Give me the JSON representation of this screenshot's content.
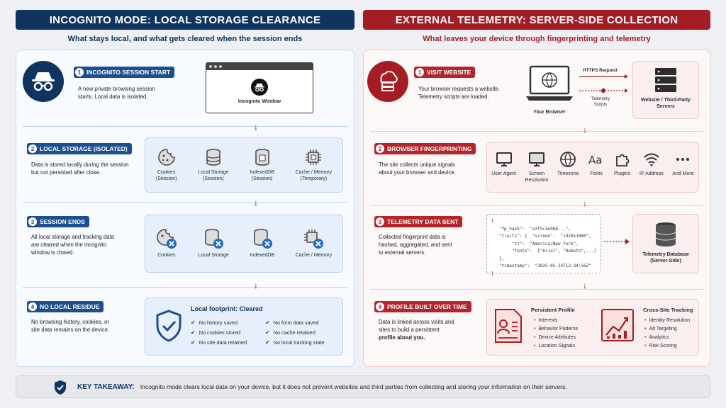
{
  "left": {
    "title": "INCOGNITO MODE: LOCAL STORAGE CLEARANCE",
    "subtitle": "What stays local, and what gets cleared when the session ends",
    "step1": {
      "num": "1",
      "title": "INCOGNITO SESSION START",
      "desc": [
        "A new private browsing session",
        "starts. Local data is isolated."
      ],
      "window_label": "Incognito Window"
    },
    "step2": {
      "num": "2",
      "title": "LOCAL STORAGE (ISOLATED)",
      "desc": [
        "Data is stored locally during the session",
        "but not persisted after close."
      ],
      "items": [
        {
          "l1": "Cookies",
          "l2": "(Session)"
        },
        {
          "l1": "Local Storage",
          "l2": "(Session)"
        },
        {
          "l1": "IndexedDB",
          "l2": "(Session)"
        },
        {
          "l1": "Cache / Memory",
          "l2": "(Temporary)"
        }
      ]
    },
    "step3": {
      "num": "3",
      "title": "SESSION ENDS",
      "desc": [
        "All local storage and tracking data",
        "are cleared when the incognito",
        "window is closed."
      ],
      "items": [
        "Cookies",
        "Local Storage",
        "IndexedDB",
        "Cache / Memory"
      ]
    },
    "step4": {
      "num": "4",
      "title": "NO LOCAL RESIDUE",
      "desc": [
        "No browsing history, cookies, or",
        "site data remains on the device."
      ],
      "footprint_title": "Local footprint: Cleared",
      "checks": [
        "No history saved",
        "No form data saved",
        "No cookies stored",
        "No cache retained",
        "No site data retained",
        "No local tracking state"
      ]
    }
  },
  "right": {
    "title": "EXTERNAL TELEMETRY: SERVER-SIDE COLLECTION",
    "subtitle": "What leaves your device through fingerprinting and telemetry",
    "step1": {
      "num": "1",
      "title": "VISIT WEBSITE",
      "desc": [
        "Your browser requests a website.",
        "Telemetry scripts are loaded."
      ],
      "browser_label": "Your Browser",
      "https_label": "HTTPS Request",
      "telemetry_label_1": "Telemetry",
      "telemetry_label_2": "Scripts",
      "server_label_1": "Website / Third-Party",
      "server_label_2": "Servers"
    },
    "step2": {
      "num": "2",
      "title": "BROWSER FINGERPRINTING",
      "desc": [
        "The site collects unique signals",
        "about your browser and device."
      ],
      "items": [
        {
          "l1": "User Agent",
          "l2": ""
        },
        {
          "l1": "Screen",
          "l2": "Resolution"
        },
        {
          "l1": "Timezone",
          "l2": ""
        },
        {
          "l1": "Fonts",
          "l2": ""
        },
        {
          "l1": "Plugins",
          "l2": ""
        },
        {
          "l1": "IP Address",
          "l2": ""
        },
        {
          "l1": "And More",
          "l2": ""
        }
      ]
    },
    "step3": {
      "num": "3",
      "title": "TELEMETRY DATA SENT",
      "desc": [
        "Collected fingerprint data is",
        "hashed, aggregated, and sent",
        "to external servers."
      ],
      "code": [
        "{",
        "   \"fp_hash\":  \"a3f5c3e9b6...\",",
        "   \"traits\": {  \"screen\":  \"1920x1080\",",
        "        \"tz\":  \"America/New_York\",",
        "        \"fonts\":  [\"Arial\", \"Roboto\",...]",
        "   },",
        "   \"timestamp\":  \"2025-05-24T12:34:56Z\"",
        "}"
      ],
      "db_label_1": "Telemetry Database",
      "db_label_2": "(Server-Side)"
    },
    "step4": {
      "num": "4",
      "title": "PROFILE BUILT OVER TIME",
      "desc": [
        "Data is linked across visits and",
        "sites to build a persistent"
      ],
      "desc_bold": "profile about you.",
      "profile_title": "Persistent Profile",
      "profile_items": [
        "Interests",
        "Behavior Patterns",
        "Device Attributes",
        "Location Signals"
      ],
      "tracking_title": "Cross-Site Tracking",
      "tracking_items": [
        "Identity Resolution",
        "Ad Targeting",
        "Analytics",
        "Risk Scoring"
      ]
    }
  },
  "takeaway": {
    "label": "KEY TAKEAWAY:",
    "text": "Incognito mode clears local data on your device, but it does not prevent websites and third parties from collecting and storing your information on their servers."
  },
  "colors": {
    "navy": "#0f3460",
    "red": "#a51d24",
    "blue_accent": "#1d4e8f"
  }
}
